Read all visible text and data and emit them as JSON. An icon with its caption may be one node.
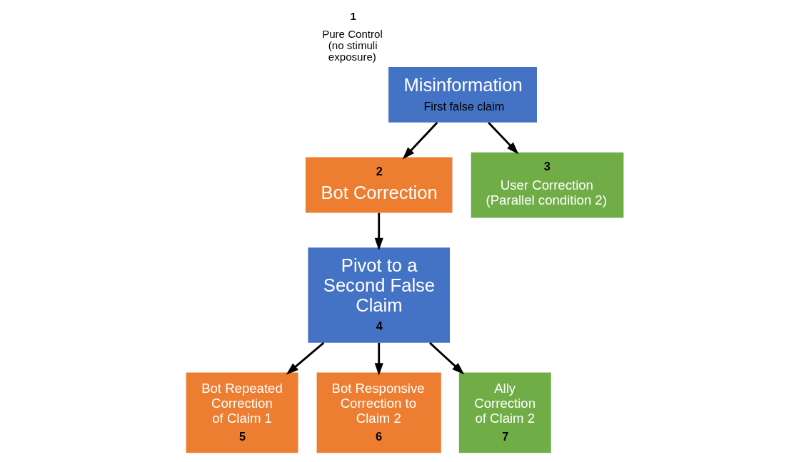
{
  "diagram": {
    "nodes": [
      {
        "text": [
          "Misinformation",
          "First false claim"
        ],
        "beside": [
          "1",
          "Pure Control (no stimuli exposure)"
        ]
      },
      {
        "text": [
          "2",
          "Bot Correction"
        ]
      },
      {
        "text": [
          "3",
          "User Correction (Parallel condition 2)"
        ]
      },
      {
        "text": [
          "Pivot to a Second False Claim",
          "4"
        ]
      },
      {
        "text": [
          "Bot Repeated Correction of Claim 1",
          "5"
        ]
      },
      {
        "text": [
          "Bot Responsive Correction to Claim 2",
          "6"
        ]
      },
      {
        "text": [
          "Ally Correction of Claim 2",
          "7"
        ]
      }
    ],
    "edges": [
      {
        "from": 0,
        "to": 1,
        "arrow": "to"
      },
      {
        "from": 0,
        "to": 2,
        "arrow": "to"
      },
      {
        "from": 1,
        "to": 3,
        "arrow": "to"
      },
      {
        "from": 3,
        "to": 4,
        "arrow": "to"
      },
      {
        "from": 3,
        "to": 5,
        "arrow": "to"
      },
      {
        "from": 3,
        "to": 6,
        "arrow": "to"
      }
    ]
  }
}
